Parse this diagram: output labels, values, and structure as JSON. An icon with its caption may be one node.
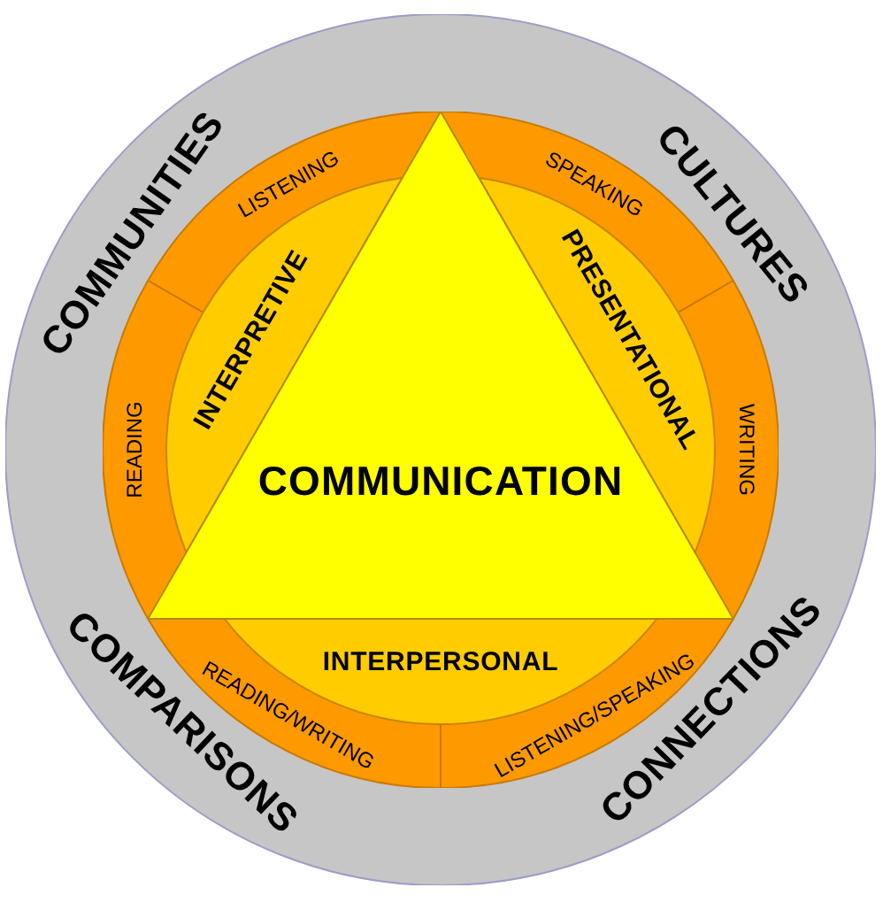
{
  "diagram": {
    "nodes": [
      {
        "text": [
          "COMMUNITIES",
          "CULTURES",
          "COMPARISONS",
          "CONNECTIONS"
        ]
      },
      {
        "text": [
          "COMMUNICATION"
        ],
        "in": 0
      },
      {
        "text": [
          "INTERPRETIVE"
        ],
        "in": 0
      },
      {
        "text": [
          "PRESENTATIONAL"
        ],
        "in": 0
      },
      {
        "text": [
          "INTERPERSONAL"
        ],
        "in": 0
      },
      {
        "text": [
          "LISTENING"
        ],
        "in": 0
      },
      {
        "text": [
          "SPEAKING"
        ],
        "in": 0
      },
      {
        "text": [
          "READING"
        ],
        "in": 0
      },
      {
        "text": [
          "WRITING"
        ],
        "in": 0
      },
      {
        "text": [
          "READING/WRITING"
        ],
        "in": 0
      },
      {
        "text": [
          "LISTENING/SPEAKING"
        ],
        "in": 0
      }
    ]
  }
}
